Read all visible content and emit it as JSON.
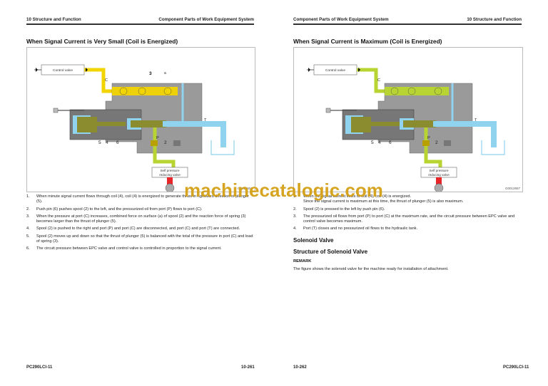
{
  "left_page": {
    "header_left": "10 Structure and Function",
    "header_right": "Component Parts of Work Equipment System",
    "section_title": "When Signal Current is Very Small (Coil is Energized)",
    "figure": {
      "id": "G0012656",
      "labels": {
        "control_valve": "Control valve",
        "port_c": "C",
        "num_3": "3",
        "label_a": "a",
        "port_t": "T",
        "port_p": "P",
        "num_5": "5",
        "num_4": "4",
        "num_6": "6",
        "num_2": "2",
        "self_pressure_1": "Self pressure",
        "self_pressure_2": "reducing valve"
      },
      "colors": {
        "pilot_line": "#f2d400",
        "tank_line": "#8fd3ee",
        "supply_line": "#b8d432",
        "body": "#9a9a9a",
        "pump": "#e8262a"
      }
    },
    "steps": [
      {
        "num": "1.",
        "text": "When minute signal current flows through coil (4), coil (4) is energized to generate thrust in rightward direction of plunger (5)."
      },
      {
        "num": "2.",
        "text": "Push pin (6) pushes spool (2) to the left, and the pressurized oil from port (P) flows to port (C)."
      },
      {
        "num": "3.",
        "text": "When the pressure at port (C) increases, combined force on surface (a) of spool (2) and the reaction force of spring (3) becomes larger than the thrust of plunger (5)."
      },
      {
        "num": "4.",
        "text": "Spool (2) is pushed to the right and port (P) and port (C) are disconnected, and port (C) and port (T) are connected."
      },
      {
        "num": "5.",
        "text": "Spool (2) moves up and down so that the thrust of plunger (5) is balanced with the total of the pressure in port (C) and load of spring (3)."
      },
      {
        "num": "6.",
        "text": "The circuit pressure between EPC valve and control valve is controlled in proportion to the signal current."
      }
    ],
    "footer_model": "PC290LCI-11",
    "footer_page": "10-261"
  },
  "right_page": {
    "header_left": "Component Parts of Work Equipment System",
    "header_right": "10 Structure and Function",
    "section_title": "When Signal Current is Maximum (Coil is Energized)",
    "figure": {
      "id": "G0012657",
      "labels": {
        "control_valve": "Control valve",
        "port_c": "C",
        "port_t": "T",
        "port_p": "P",
        "num_5": "5",
        "num_4": "4",
        "num_6": "6",
        "num_2": "2",
        "self_pressure_1": "Self pressure",
        "self_pressure_2": "reducing valve"
      },
      "colors": {
        "pilot_line": "#b8d432",
        "tank_line": "#8fd3ee",
        "supply_line": "#b8d432",
        "body": "#9a9a9a",
        "pump": "#e8262a"
      }
    },
    "steps": [
      {
        "num": "1.",
        "text": "When the signal current flows to coil (4), coil (4) is energized.",
        "text2": "Since the signal current is maximum at this time, the thrust of plunger (5) is also maximum."
      },
      {
        "num": "2.",
        "text": "Spool (2) is pressed to the left by push pin (6)."
      },
      {
        "num": "3.",
        "text": "The pressurized oil flows from port (P) to port (C) at the maximum rate, and the circuit pressure between EPC valve and control valve becomes maximum."
      },
      {
        "num": "4.",
        "text": "Port (T) closes and no pressurized oil flows to the hydraulic tank."
      }
    ],
    "heading_solenoid": "Solenoid Valve",
    "heading_structure": "Structure of Solenoid Valve",
    "remark_label": "REMARK",
    "remark_text": "The figure shows the solenoid valve for the machine ready for installation of attachment.",
    "footer_page": "10-262",
    "footer_model": "PC290LCI-11"
  },
  "watermark": "machinecatalogic.com"
}
